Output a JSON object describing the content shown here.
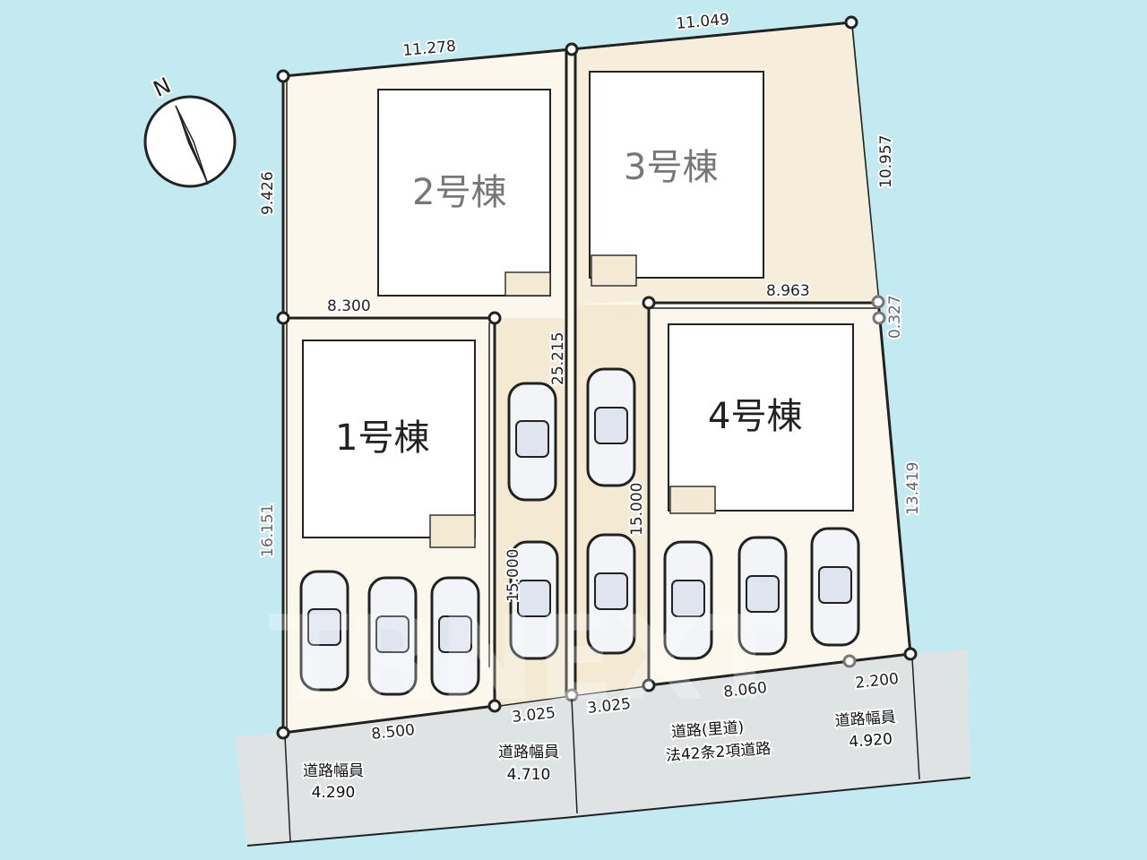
{
  "compass": {
    "label": "N"
  },
  "buildings": [
    {
      "id": "1",
      "label": "1号棟"
    },
    {
      "id": "2",
      "label": "2号棟"
    },
    {
      "id": "3",
      "label": "3号棟"
    },
    {
      "id": "4",
      "label": "4号棟"
    }
  ],
  "dimensions": {
    "top_left": "11.278",
    "top_right": "11.049",
    "left_upper": "9.426",
    "left_lower": "16.151",
    "lot1_top": "8.300",
    "lot1_bottom": "8.500",
    "lot1_flag": "15.000",
    "lot2_flag": "25.215",
    "lot2_frontage": "3.025",
    "lot3_frontage": "3.025",
    "lot3_flag": "15.000",
    "lot4_top": "8.963",
    "right_upper": "10.957",
    "right_jog": "0.327",
    "right_lower": "13.419",
    "lot4_bottom": "8.060",
    "corner": "2.200"
  },
  "roads": {
    "width_label": "道路幅員",
    "width_a": "4.290",
    "width_b": "4.710",
    "width_c": "4.920",
    "road_name": "道路(里道)",
    "road_type": "法42条2項道路"
  },
  "watermark": "TRNEXT",
  "colors": {
    "background": "#c3eaf1",
    "lot": "#fbf7ec",
    "road": "#dfe3e4"
  }
}
